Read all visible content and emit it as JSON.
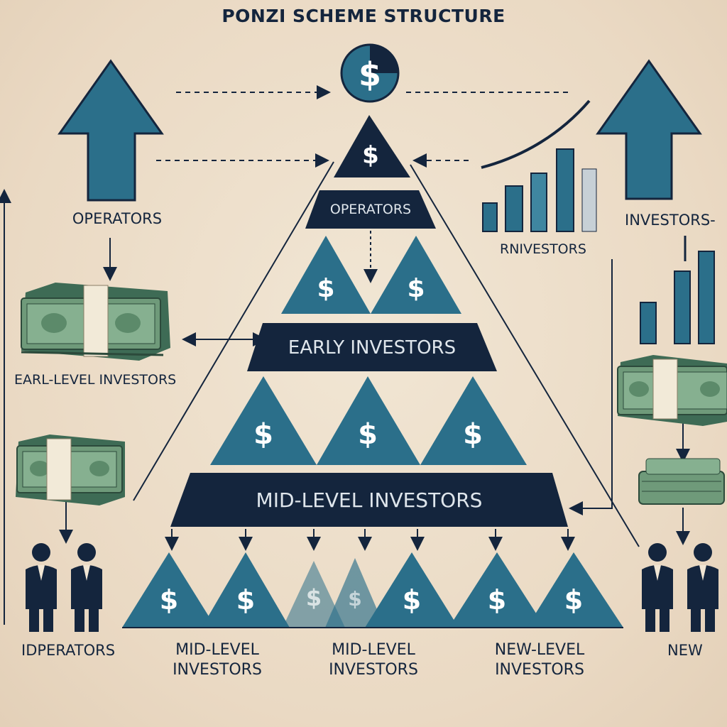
{
  "title": "PONZI SCHEME STRUCTURE",
  "colors": {
    "background": "#ede0cd",
    "navy": "#14253d",
    "teal": "#2b6f8a",
    "cash_green": "#5f8a6a",
    "label_light": "#dfe6ec"
  },
  "pyramid": {
    "tiers": [
      {
        "label": "OPERATORS"
      },
      {
        "label": "EARLY INVESTORS"
      },
      {
        "label": "MID-LEVEL INVESTORS"
      }
    ],
    "dollar_symbol": "$"
  },
  "left_side": {
    "top_label": "OPERATORS",
    "cash_label": "EARL-LEVEL INVESTORS",
    "bottom_label": "IDPERATORS"
  },
  "right_side": {
    "top_label": "INVESTORS-",
    "chart_label": "RNIVESTORS",
    "bottom_label": "NEW"
  },
  "bottom_labels": [
    {
      "line1": "MID-LEVEL",
      "line2": "INVESTORS"
    },
    {
      "line1": "MID-LEVEL",
      "line2": "INVESTORS"
    },
    {
      "line1": "NEW-LEVEL",
      "line2": "INVESTORS"
    }
  ],
  "icons": [
    "up-arrow-icon",
    "coin-icon",
    "money-stack-icon",
    "businessman-icon",
    "bar-chart-icon"
  ]
}
